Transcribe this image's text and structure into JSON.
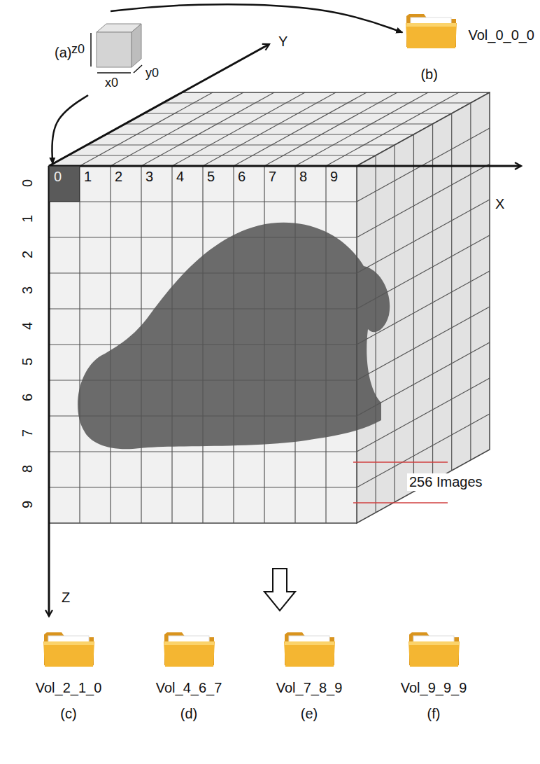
{
  "diagram": {
    "nodes": [
      {
        "text": [
          "(a)",
          "z0",
          "y0",
          "x0"
        ]
      },
      {
        "text": [
          "Vol_0_0_0",
          "(b)"
        ]
      },
      {
        "text": [
          "0"
        ]
      },
      {
        "text": [
          "Vol_2_1_0",
          "(c)"
        ]
      },
      {
        "text": [
          "Vol_4_6_7",
          "(d)"
        ]
      },
      {
        "text": [
          "Vol_7_8_9",
          "(e)"
        ]
      },
      {
        "text": [
          "Vol_9_9_9",
          "(f)"
        ]
      }
    ],
    "edges": [
      {
        "from": 0,
        "to": 1,
        "arrow": "to"
      },
      {
        "from": 0,
        "to": 2,
        "arrow": "to"
      }
    ],
    "labels": [
      "Y",
      "X",
      "1",
      "2",
      "3",
      "4",
      "5",
      "6",
      "7",
      "8",
      "9",
      "0",
      "1",
      "2",
      "3",
      "4",
      "5",
      "6",
      "7",
      "8",
      "9",
      "256 Images",
      "Z"
    ]
  }
}
